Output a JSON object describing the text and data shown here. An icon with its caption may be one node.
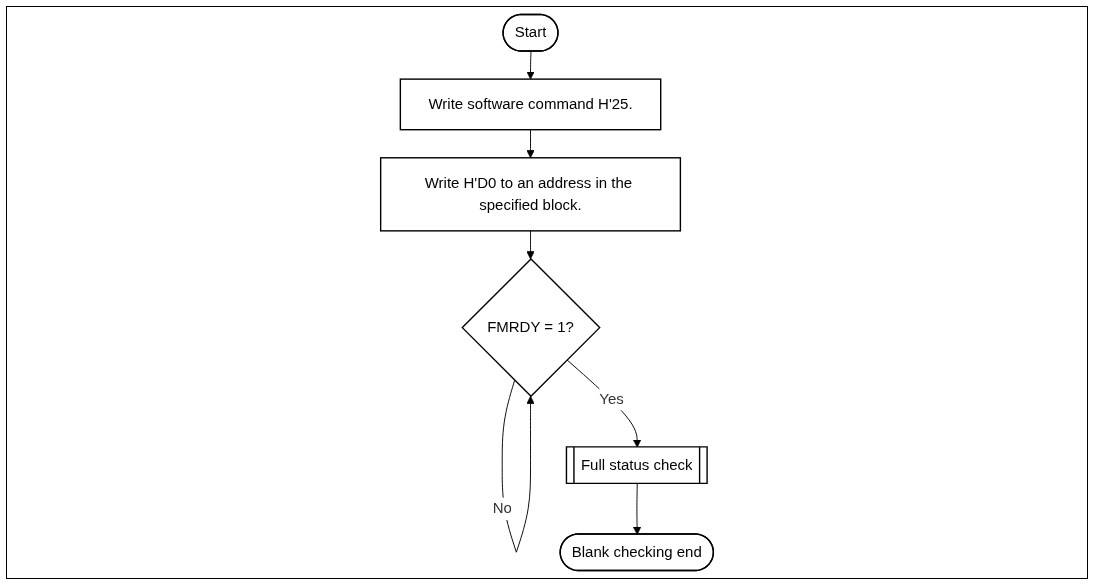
{
  "diagram": {
    "nodes": [
      {
        "text": [
          "Start"
        ]
      },
      {
        "text": [
          "Write software command H'25."
        ]
      },
      {
        "text": [
          "Write H'D0 to an address in the specified block."
        ]
      },
      {
        "text": [
          "FMRDY = 1?"
        ]
      },
      {
        "text": [
          "Full status check"
        ]
      },
      {
        "text": [
          "Blank checking end"
        ]
      }
    ],
    "edges": [
      {
        "from": 0,
        "to": 1,
        "arrow": "to"
      },
      {
        "from": 1,
        "to": 2,
        "arrow": "to"
      },
      {
        "from": 2,
        "to": 3,
        "arrow": "to"
      },
      {
        "from": 3,
        "to": 3,
        "label": "No",
        "arrow": "to"
      },
      {
        "from": 3,
        "to": 4,
        "label": "Yes",
        "arrow": "to"
      },
      {
        "from": 4,
        "to": 5,
        "arrow": "to"
      }
    ]
  }
}
